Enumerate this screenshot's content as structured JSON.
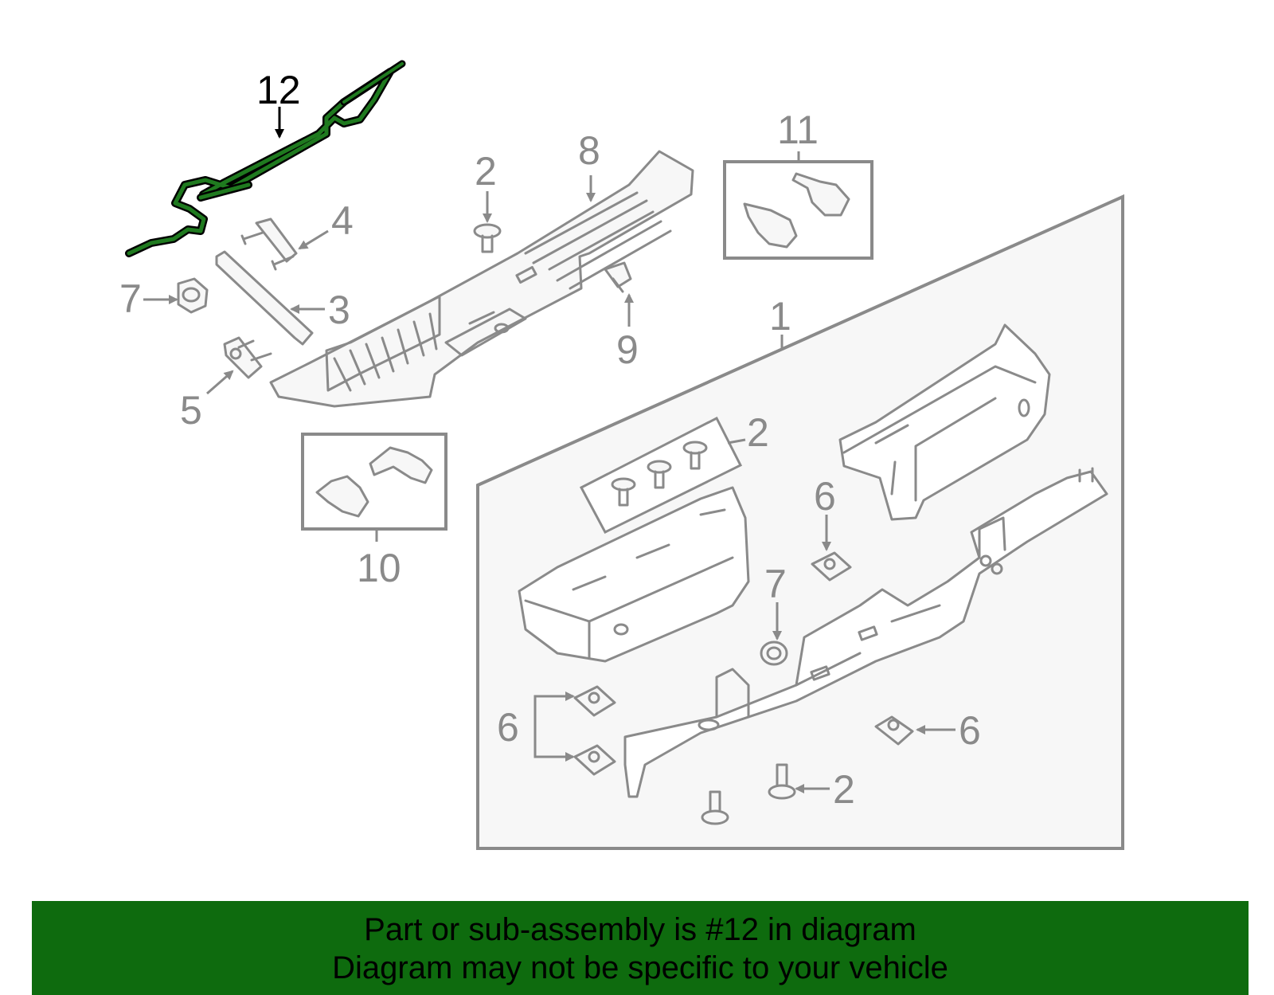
{
  "diagram": {
    "callouts": [
      "12",
      "2",
      "8",
      "11",
      "4",
      "7",
      "3",
      "9",
      "1",
      "5",
      "2",
      "10",
      "6",
      "7",
      "6",
      "6",
      "2"
    ],
    "highlighted_part": "12",
    "colors": {
      "highlight": "#1f7a1f",
      "banner": "#0e6b0e",
      "parts": "#8a8a8a"
    }
  },
  "banner": {
    "line1": "Part or sub-assembly is #12 in diagram",
    "line2": "Diagram may not be specific to your vehicle"
  }
}
